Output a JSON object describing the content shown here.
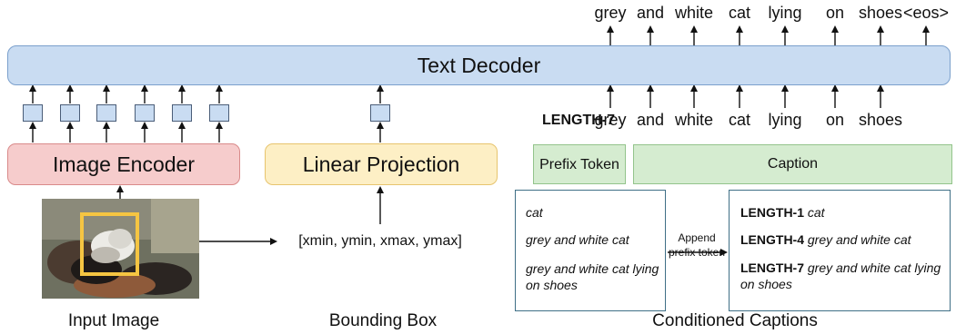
{
  "top_tokens": [
    "grey",
    "and",
    "white",
    "cat",
    "lying",
    "on",
    "shoes",
    "<eos>"
  ],
  "decoder_label": "Text Decoder",
  "input_row": {
    "prefix": "LENGTH-7",
    "tokens": [
      "grey",
      "and",
      "white",
      "cat",
      "lying",
      "on",
      "shoes"
    ]
  },
  "encoder_label": "Image Encoder",
  "projection_label": "Linear Projection",
  "prefix_box_label": "Prefix Token",
  "caption_box_label": "Caption",
  "bbox_text": "[xmin, ymin, xmax, ymax]",
  "bottom_labels": {
    "image": "Input Image",
    "bbox": "Bounding Box",
    "captions": "Conditioned Captions"
  },
  "captions_before": [
    "cat",
    "grey and white cat",
    "grey and white cat lying on shoes"
  ],
  "append_text": "Append prefix token",
  "captions_after": [
    {
      "prefix": "LENGTH-1",
      "text": "cat"
    },
    {
      "prefix": "LENGTH-4",
      "text": "grey and white cat"
    },
    {
      "prefix": "LENGTH-7",
      "text": "grey and white cat lying on shoes"
    }
  ],
  "colors": {
    "decoder": "#c9dcf2",
    "encoder": "#f6cccc",
    "projection": "#fdefc5",
    "caption_boxes": "#d5ecd0",
    "bbox_highlight": "#f5c542"
  }
}
